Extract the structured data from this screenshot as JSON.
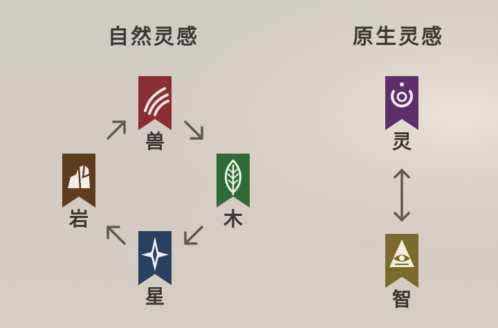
{
  "natural": {
    "title": "自然灵感",
    "beast": {
      "label": "兽",
      "icon": "claw-icon",
      "color": "#8b2e33"
    },
    "wood": {
      "label": "木",
      "icon": "leaf-icon",
      "color": "#2f6b34"
    },
    "star": {
      "label": "星",
      "icon": "star-compass-icon",
      "color": "#27405f"
    },
    "rock": {
      "label": "岩",
      "icon": "rock-icon",
      "color": "#5e3c21"
    }
  },
  "native": {
    "title": "原生灵感",
    "spirit": {
      "label": "灵",
      "icon": "moon-ring-icon",
      "color": "#5c2f6a"
    },
    "wisdom": {
      "label": "智",
      "icon": "eye-pyramid-icon",
      "color": "#7a6a2c"
    }
  }
}
